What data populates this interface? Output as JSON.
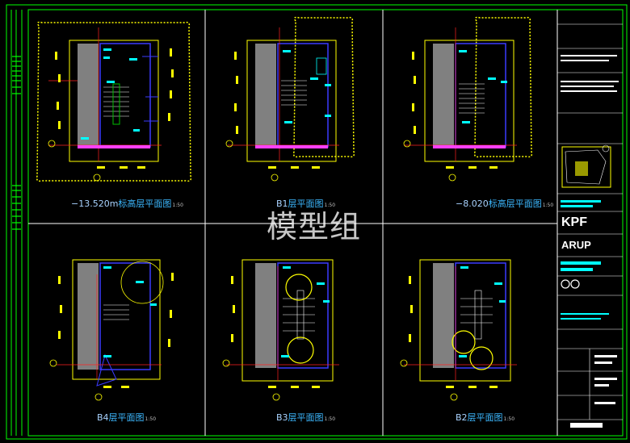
{
  "plans": [
    {
      "id": "p1",
      "title_lead": "−13.520m",
      "title_tail": "标高层平面图",
      "scale": "1:50"
    },
    {
      "id": "p2",
      "title_lead": "B1",
      "title_tail": "层平面图",
      "scale": "1:50"
    },
    {
      "id": "p3",
      "title_lead": "−8.020",
      "title_tail": "标高层平面图",
      "scale": "1:50"
    },
    {
      "id": "p4",
      "title_lead": "B4",
      "title_tail": "层平面图",
      "scale": "1:50"
    },
    {
      "id": "p5",
      "title_lead": "B3",
      "title_tail": "层平面图",
      "scale": "1:50"
    },
    {
      "id": "p6",
      "title_lead": "B2",
      "title_tail": "层平面图",
      "scale": "1:50"
    }
  ],
  "watermark": "模型组",
  "title_block": {
    "kpf": "KPF",
    "arup": "ARUP"
  },
  "colors": {
    "frame": "#00ff00",
    "line": "#ffffff",
    "wall": "#808080",
    "blue": "#3b3bff",
    "yellow": "#ffff00",
    "red": "#ff2020",
    "cyan": "#00ffff",
    "magenta": "#ff40ff",
    "green": "#00c000"
  }
}
